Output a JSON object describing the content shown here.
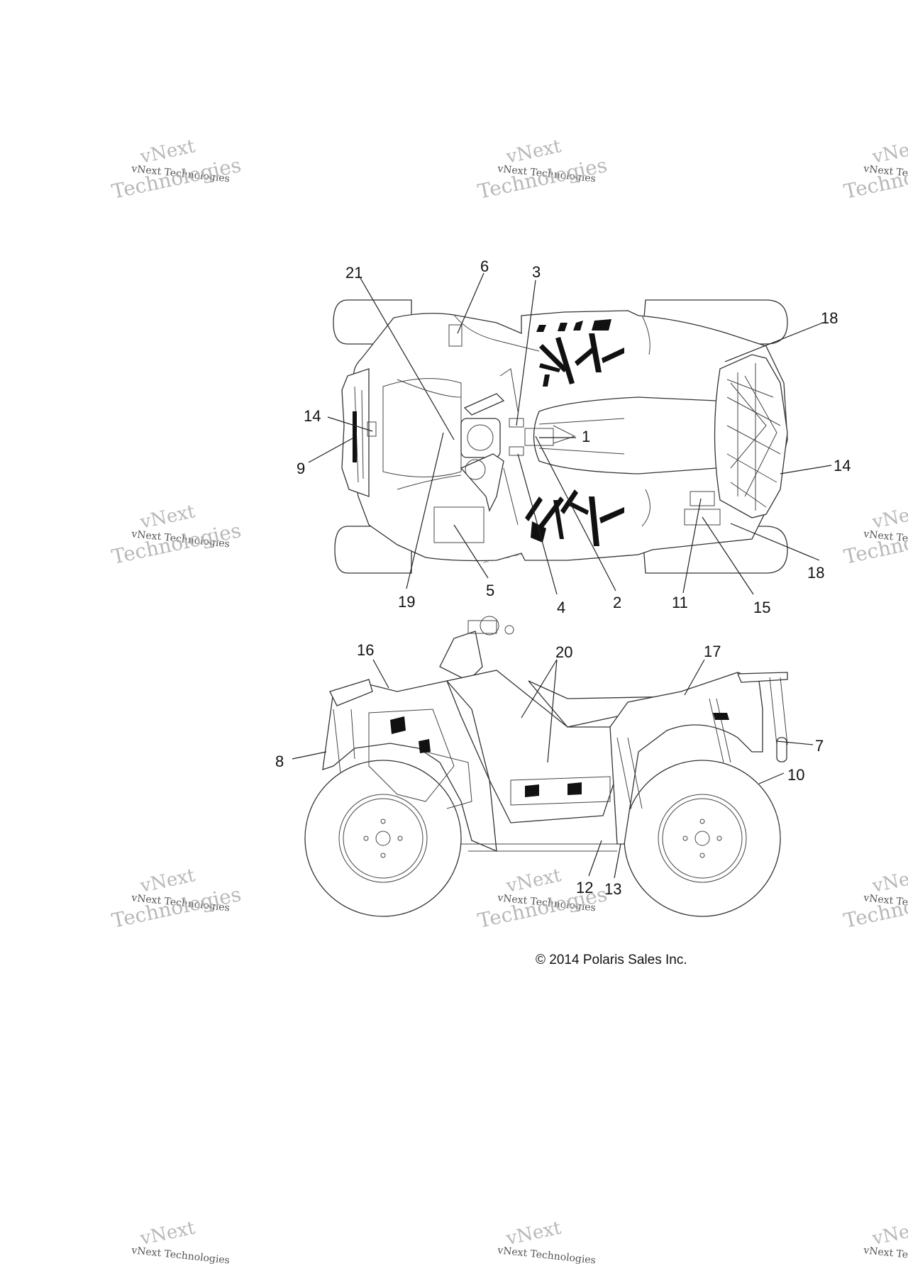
{
  "copyright": "© 2014 Polaris Sales Inc.",
  "watermark": {
    "line1": "vNext",
    "line2": "vNext Technologies",
    "line3": "Technologies"
  },
  "callouts": {
    "c1": "1",
    "c2": "2",
    "c3": "3",
    "c4": "4",
    "c5": "5",
    "c6": "6",
    "c7": "7",
    "c8": "8",
    "c9": "9",
    "c10": "10",
    "c11": "11",
    "c12": "12",
    "c13": "13",
    "c14a": "14",
    "c14b": "14",
    "c15": "15",
    "c16": "16",
    "c17": "17",
    "c18a": "18",
    "c18b": "18",
    "c19": "19",
    "c20": "20",
    "c21": "21"
  }
}
